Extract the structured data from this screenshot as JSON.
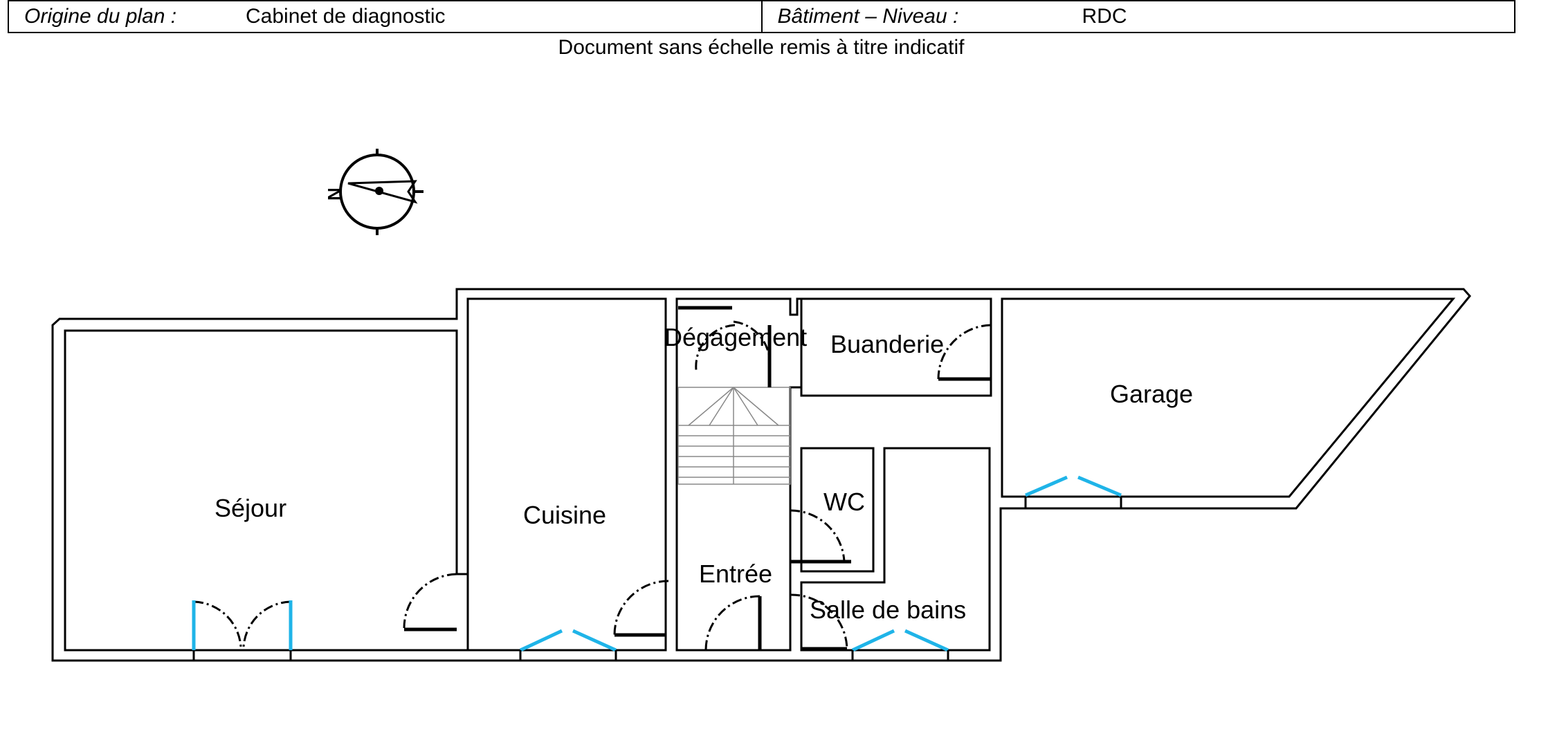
{
  "header": {
    "origin_label": "Origine du plan :",
    "origin_value": "Cabinet de diagnostic",
    "building_label": "Bâtiment – Niveau :",
    "building_value": "RDC"
  },
  "subtitle": "Document sans échelle remis à titre indicatif",
  "compass": {
    "icon": "north-compass-icon",
    "letter": "N"
  },
  "rooms": {
    "sejour": "Séjour",
    "cuisine": "Cuisine",
    "degagement": "Dégagement",
    "buanderie": "Buanderie",
    "garage": "Garage",
    "wc": "WC",
    "entree": "Entrée",
    "salle_de_bains": "Salle de bains"
  },
  "colors": {
    "wall": "#000000",
    "window": "#1fb4e8",
    "stair": "#888888"
  }
}
